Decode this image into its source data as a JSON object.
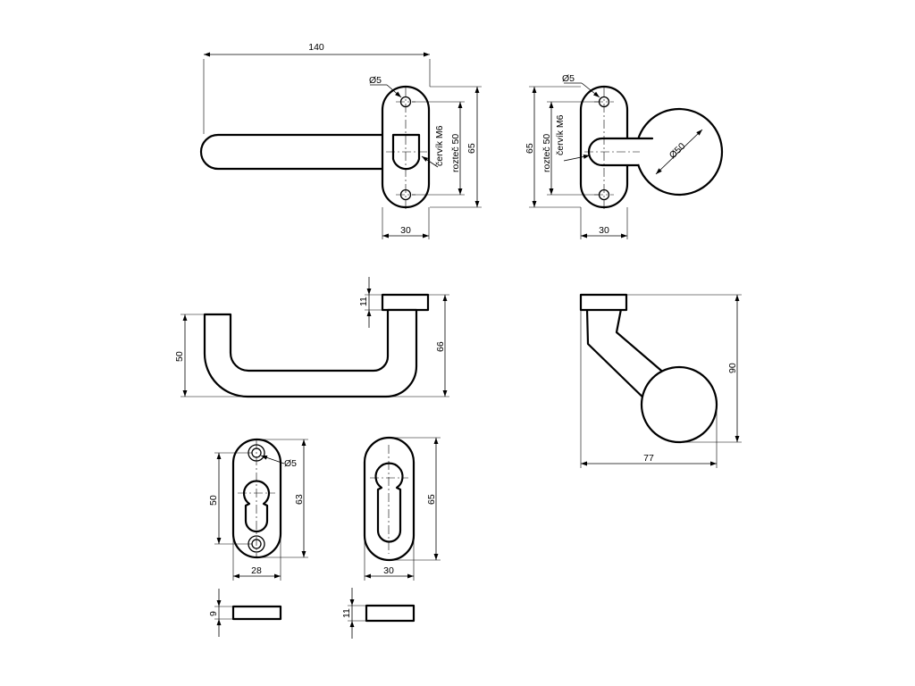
{
  "drawing": {
    "views": {
      "lever_front": {
        "length": "140",
        "hole_diameter": "Ø5",
        "screw": "červík M6",
        "spacing": "rozteč 50",
        "rose_height": "65",
        "rose_width": "30"
      },
      "knob_front": {
        "hole_diameter": "Ø5",
        "rose_height": "65",
        "spacing": "rozteč 50",
        "screw": "červík M6",
        "knob_diameter": "Ø50",
        "rose_width": "30"
      },
      "lever_side": {
        "rose_thickness": "11",
        "grip_height": "50",
        "overall_height": "66"
      },
      "knob_side": {
        "overall_height": "90",
        "projection": "77"
      },
      "escutcheon_screws": {
        "hole_diameter": "Ø5",
        "hole_spacing": "50",
        "height": "63",
        "width": "28"
      },
      "escutcheon_plain": {
        "height": "65",
        "width": "30"
      },
      "escutcheon_screws_side": {
        "thickness": "9"
      },
      "escutcheon_plain_side": {
        "thickness": "11"
      }
    }
  }
}
